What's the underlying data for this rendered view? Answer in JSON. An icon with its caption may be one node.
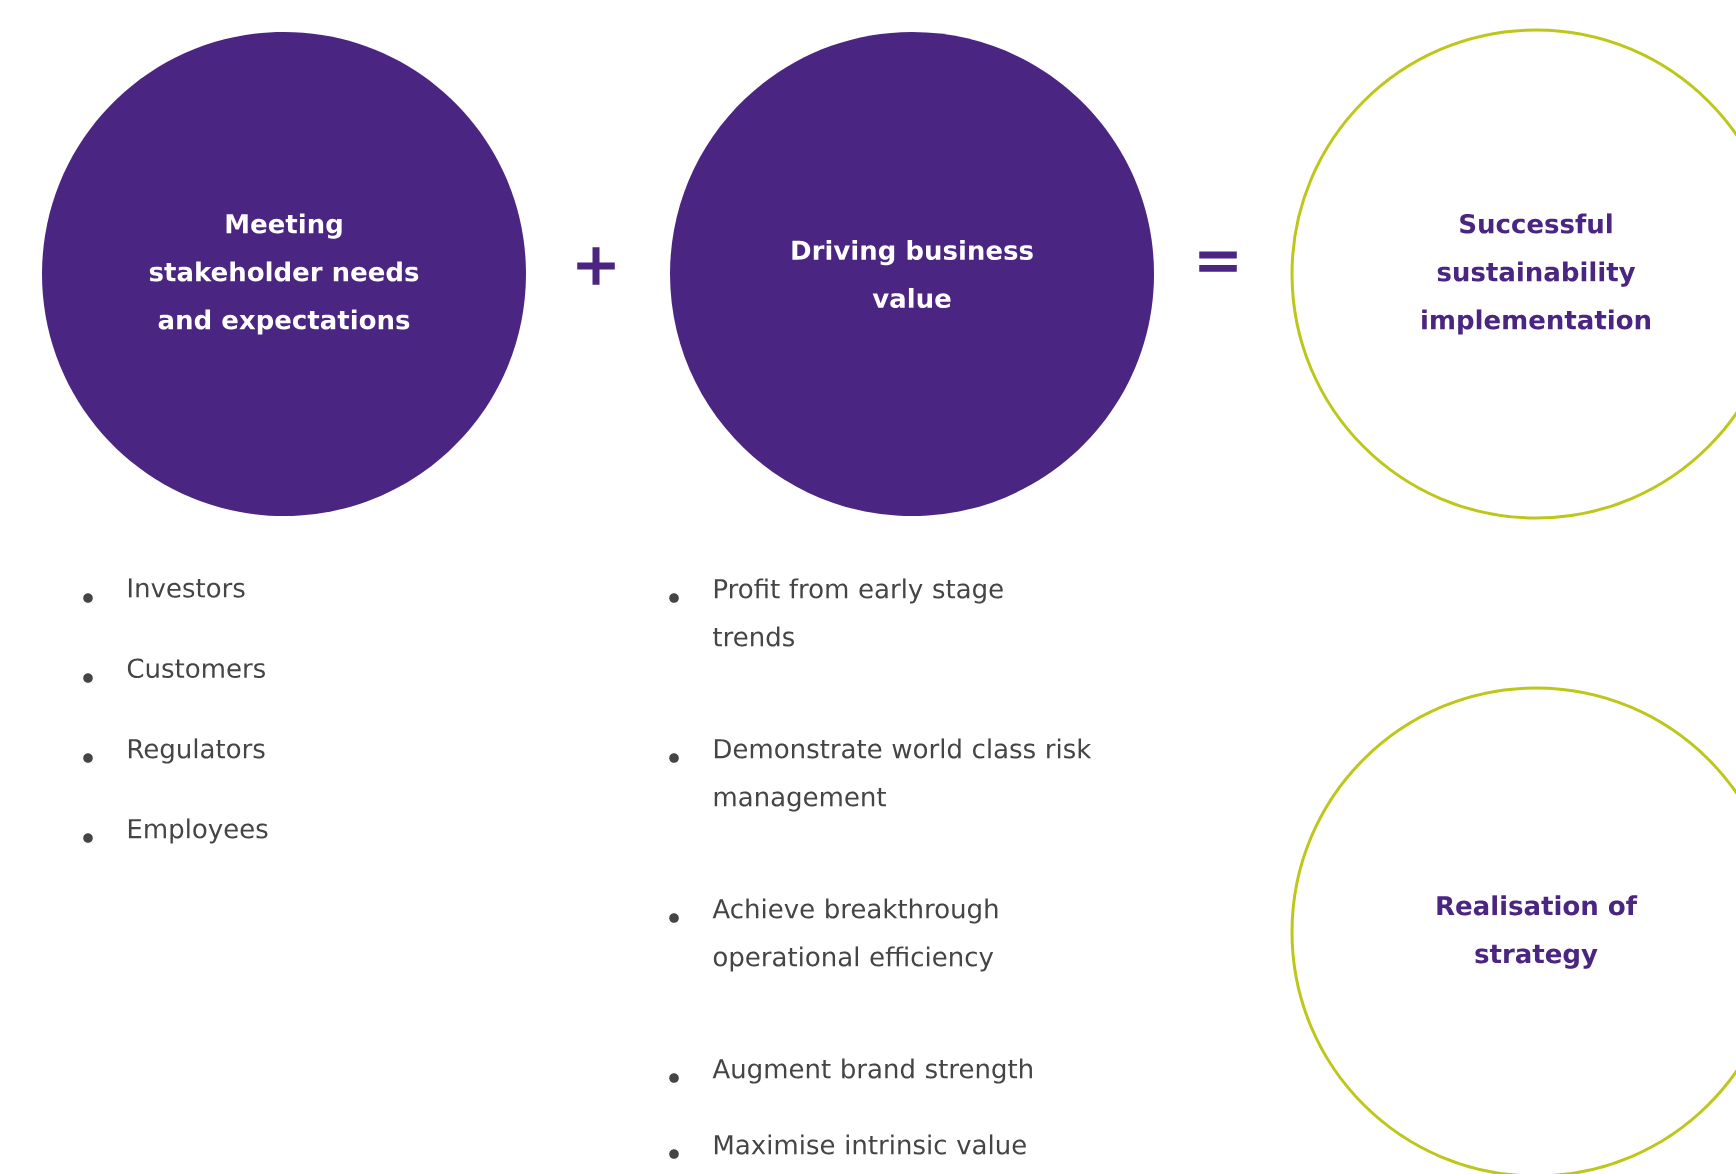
{
  "diagram": {
    "nodes": [
      {
        "text": [
          "Meeting stakeholder needs and expectations"
        ]
      },
      {
        "text": [
          "Driving business value"
        ]
      },
      {
        "text": [
          "Successful sustainability implementation"
        ]
      },
      {
        "text": [
          "Realisation of strategy"
        ]
      }
    ],
    "labels": [
      "+",
      "=",
      "Investors",
      "Customers",
      "Regulators",
      "Employees",
      "Profit from early stage trends",
      "Demonstrate world class risk management",
      "Achieve breakthrough operational efficiency",
      "Augment brand strength",
      "Maximise intrinsic value"
    ]
  }
}
